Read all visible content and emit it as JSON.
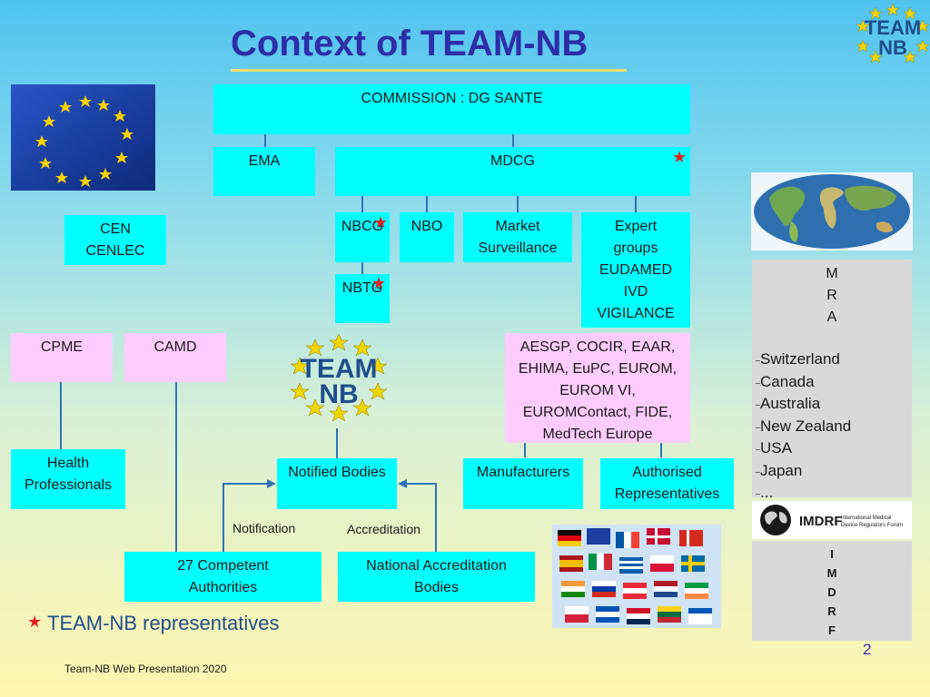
{
  "title": "Context of TEAM-NB",
  "boxes": {
    "commission": "COMMISSION : DG SANTE",
    "ema": "EMA",
    "mdcg": "MDCG",
    "cen": [
      "CEN",
      "CENLEC"
    ],
    "nbcg": "NBCG",
    "nbo": "NBO",
    "market": [
      "Market",
      "Surveillance"
    ],
    "expert": [
      "Expert",
      "groups",
      "EUDAMED",
      "IVD",
      "VIGILANCE"
    ],
    "nbtg": "NBTG",
    "cpme": "CPME",
    "camd": "CAMD",
    "aesgp": [
      "AESGP, COCIR, EAAR,",
      "EHIMA, EuPC, EUROM,",
      "EUROM VI,",
      "EUROMContact, FIDE,",
      "MedTech Europe"
    ],
    "health": [
      "Health",
      "Professionals"
    ],
    "nb": "Notified Bodies",
    "manufacturers": "Manufacturers",
    "authorised": [
      "Authorised",
      "Representatives"
    ],
    "competent": [
      "27 Competent",
      "Authorities"
    ],
    "nab": [
      "National Accreditation",
      "Bodies"
    ]
  },
  "labels": {
    "notification": "Notification",
    "accreditation": "Accreditation"
  },
  "mra": {
    "letters": [
      "M",
      "R",
      "A"
    ],
    "countries": [
      "Switzerland",
      "Canada",
      "Australia",
      "New Zealand",
      "USA",
      "Japan",
      "..."
    ]
  },
  "imdrf": {
    "letters": [
      "I",
      "M",
      "D",
      "R",
      "F"
    ],
    "logo_word": "IMDRF",
    "logo_sub": [
      "International Medical",
      "Device Regulators Forum"
    ]
  },
  "logo": {
    "line1": "TEAM",
    "line2": "NB"
  },
  "legend": "TEAM-NB representatives",
  "footer": "Team-NB Web Presentation 2020",
  "page_number": "2",
  "colors": {
    "box": "#00ffff",
    "pink": "#ffccff",
    "title": "#2e2ea8",
    "star": "#e02020",
    "line": "#2e75b6"
  }
}
